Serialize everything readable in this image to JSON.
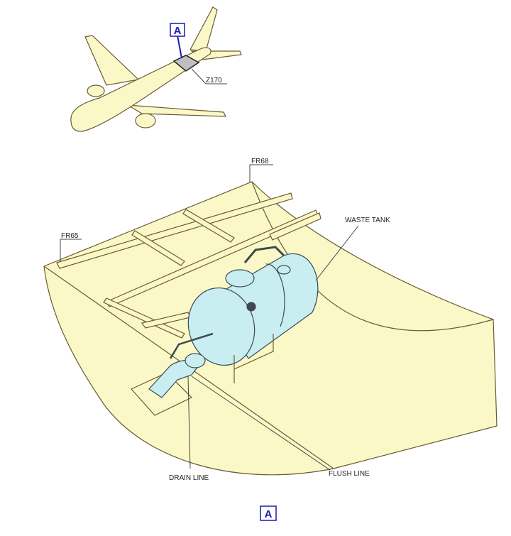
{
  "diagram": {
    "locator": {
      "view_ref": "A",
      "zone": "Z170"
    },
    "detail": {
      "frame_aft": "FR68",
      "frame_fwd": "FR65",
      "waste_tank_label": "WASTE TANK",
      "drain_line_label": "DRAIN LINE",
      "flush_line_label": "FLUSH LINE",
      "view_ref": "A"
    },
    "colors": {
      "structure": "#fbf8c8",
      "tank": "#c9eef2",
      "outline": "#5a4a2a",
      "ref_box": "#1a1ab0"
    }
  }
}
